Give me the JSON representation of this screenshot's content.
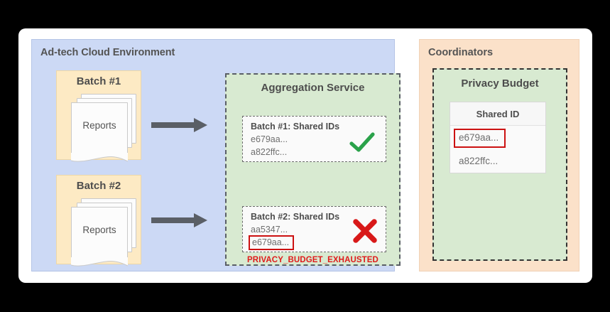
{
  "canvas": {
    "background": "#ffffff",
    "outer_background": "#000000"
  },
  "adtech": {
    "title": "Ad-tech Cloud Environment",
    "background": "#ccd9f5",
    "batches": [
      {
        "title": "Batch #1",
        "sheet_label": "Reports"
      },
      {
        "title": "Batch #2",
        "sheet_label": "Reports"
      }
    ]
  },
  "aggregation": {
    "title": "Aggregation Service",
    "background": "#d8ead1",
    "cards": [
      {
        "title": "Batch #1: Shared IDs",
        "ids": [
          "e679aa...",
          "a822ffc..."
        ],
        "status_icon": "check-icon",
        "status_color": "#2aa24a"
      },
      {
        "title": "Batch #2: Shared IDs",
        "ids": [
          "aa5347...",
          "e679aa..."
        ],
        "flagged_id": "e679aa...",
        "status_icon": "cross-icon",
        "status_color": "#d81818"
      }
    ],
    "error_label": "PRIVACY_BUDGET_EXHAUSTED",
    "error_color": "#e01b1b"
  },
  "coordinators": {
    "title": "Coordinators",
    "background": "#fbe1c9",
    "privacy_budget": {
      "title": "Privacy Budget",
      "background": "#d8ead1",
      "table": {
        "header": "Shared ID",
        "rows": [
          {
            "value": "e679aa...",
            "flagged": true
          },
          {
            "value": "a822ffc...",
            "flagged": false
          }
        ]
      }
    }
  },
  "accents": {
    "highlight_border": "#cc1111",
    "arrow": "#5a5f66"
  }
}
